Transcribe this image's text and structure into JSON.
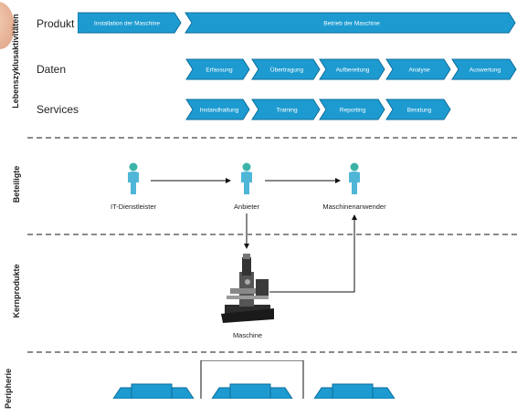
{
  "sections": {
    "lifecycle": "Lebenszyklusaktivitäten",
    "participants": "Beteiligte",
    "core_products": "Kernprodukte",
    "periphery": "Peripherie"
  },
  "rows": {
    "produkt": {
      "label": "Produkt",
      "steps": [
        "Installation der Maschine",
        "Betrieb der Maschine"
      ]
    },
    "daten": {
      "label": "Daten",
      "steps": [
        "Erfassung",
        "Übertragung",
        "Aufbereitung",
        "Analyse",
        "Auswertung"
      ]
    },
    "services": {
      "label": "Services",
      "steps": [
        "Instandhaltung",
        "Training",
        "Reporting",
        "Beratung"
      ]
    }
  },
  "participants": [
    "IT-Dienstleister",
    "Anbieter",
    "Maschinenanwender"
  ],
  "machine_label": "Maschine",
  "colors": {
    "chevron_fill": "#1d9bd1",
    "chevron_stroke": "#0d6e9a",
    "person_head": "#3bb3a8",
    "person_body": "#4fb6d8",
    "divider": "#8a8a8a"
  }
}
